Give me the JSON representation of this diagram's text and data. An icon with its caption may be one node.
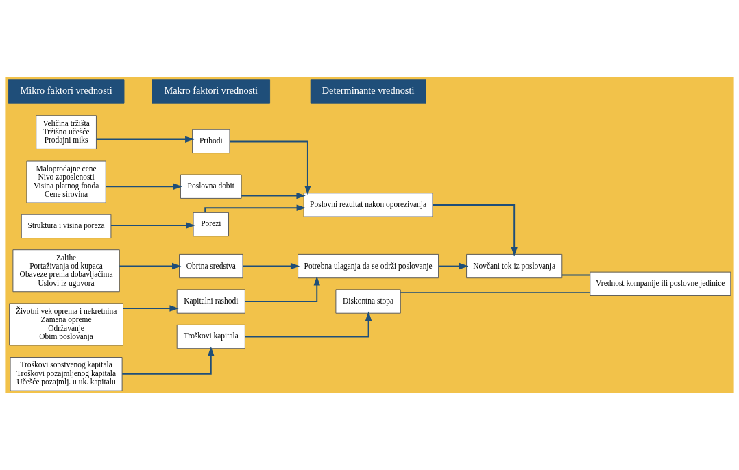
{
  "diagram": {
    "nodes": [
      {
        "text": [
          "Mikro faktori vrednosti"
        ]
      },
      {
        "text": [
          "Makro faktori vrednosti"
        ]
      },
      {
        "text": [
          "Determinante vrednosti"
        ]
      },
      {
        "text": [
          "Veličina tržišta",
          "Tržišno učešće",
          "Prodajni miks"
        ]
      },
      {
        "text": [
          "Prihodi"
        ]
      },
      {
        "text": [
          "Maloprodajne cene",
          "Nivo zaposlenosti",
          "Visina platnog fonda",
          "Cene sirovina"
        ]
      },
      {
        "text": [
          "Poslovna dobit"
        ]
      },
      {
        "text": [
          "Struktura i visina poreza"
        ]
      },
      {
        "text": [
          "Porezi"
        ]
      },
      {
        "text": [
          "Zalihe",
          "Portaživanja od kupaca",
          "Obaveze prema dobavljačima",
          "Uslovi iz ugovora"
        ]
      },
      {
        "text": [
          "Obrtna sredstva"
        ]
      },
      {
        "text": [
          "Životni vek oprema i nekretnina",
          "Zamena opreme",
          "Održavanje",
          "Obim poslovanja"
        ]
      },
      {
        "text": [
          "Kapitalni rashodi"
        ]
      },
      {
        "text": [
          "Troškovi sopstvenog kapitala",
          "Troškovi pozajmljenog kapitala",
          "Učešće pozajmlj. u uk. kapitalu"
        ]
      },
      {
        "text": [
          "Troškovi kapitala"
        ]
      },
      {
        "text": [
          "Poslovni rezultat nakon oporezivanja"
        ]
      },
      {
        "text": [
          "Potrebna ulaganja da se održi poslovanje"
        ]
      },
      {
        "text": [
          "Diskontna stopa"
        ]
      },
      {
        "text": [
          "Novčani tok iz poslovanja"
        ]
      },
      {
        "text": [
          "Vrednost kompanije ili poslovne jedinice"
        ]
      }
    ],
    "edges": [
      {
        "from": 3,
        "to": 4,
        "arrow": "to"
      },
      {
        "from": 5,
        "to": 6,
        "arrow": "to"
      },
      {
        "from": 7,
        "to": 8,
        "arrow": "to"
      },
      {
        "from": 9,
        "to": 10,
        "arrow": "to"
      },
      {
        "from": 11,
        "to": 12,
        "arrow": "to"
      },
      {
        "from": 13,
        "to": 14,
        "arrow": "to"
      },
      {
        "from": 4,
        "to": 15,
        "arrow": "to"
      },
      {
        "from": 6,
        "to": 15,
        "arrow": "to"
      },
      {
        "from": 8,
        "to": 15,
        "arrow": "to"
      },
      {
        "from": 10,
        "to": 16,
        "arrow": "to"
      },
      {
        "from": 12,
        "to": 16,
        "arrow": "to"
      },
      {
        "from": 14,
        "to": 17,
        "arrow": "to"
      },
      {
        "from": 15,
        "to": 18,
        "arrow": "to"
      },
      {
        "from": 16,
        "to": 18,
        "arrow": "to"
      },
      {
        "from": 18,
        "to": 19,
        "arrow": "none"
      },
      {
        "from": 17,
        "to": 19,
        "arrow": "none"
      }
    ]
  }
}
